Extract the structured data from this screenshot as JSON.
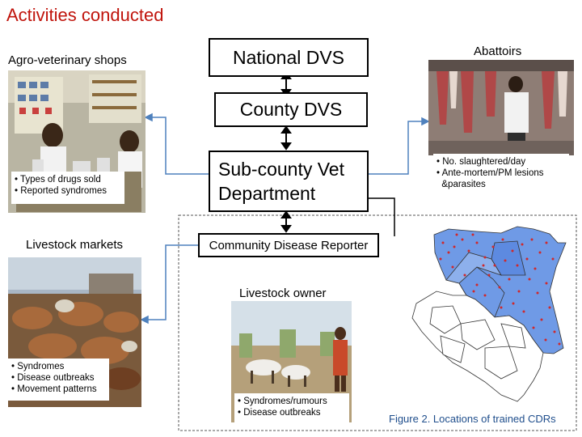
{
  "title": "Activities conducted",
  "labels": {
    "agro_vet_shops": "Agro-veterinary shops",
    "abattoirs": "Abattoirs",
    "livestock_markets": "Livestock markets",
    "livestock_owner": "Livestock owner"
  },
  "hierarchy": {
    "national_dvs": "National DVS",
    "county_dvs": "County DVS",
    "subcounty_line1": "Sub-county Vet",
    "subcounty_line2": "Department",
    "cdr": "Community Disease Reporter"
  },
  "agro_vet_notes": [
    "• Types of drugs sold",
    "• Reported syndromes"
  ],
  "abattoir_notes": [
    "• No. slaughtered/day",
    "• Ante-mortem/PM lesions",
    "  &parasites"
  ],
  "market_notes": [
    "• Syndromes",
    "• Disease outbreaks",
    "• Movement patterns"
  ],
  "owner_notes": [
    "• Syndromes/rumours",
    "• Disease outbreaks"
  ],
  "figure_caption": "Figure 2. Locations of trained CDRs",
  "colors": {
    "title": "#c0140c",
    "connector": "#4f81bd",
    "map_fill": "#6f9ae6",
    "map_dots": "#d0282a",
    "caption": "#1f4e8c"
  }
}
